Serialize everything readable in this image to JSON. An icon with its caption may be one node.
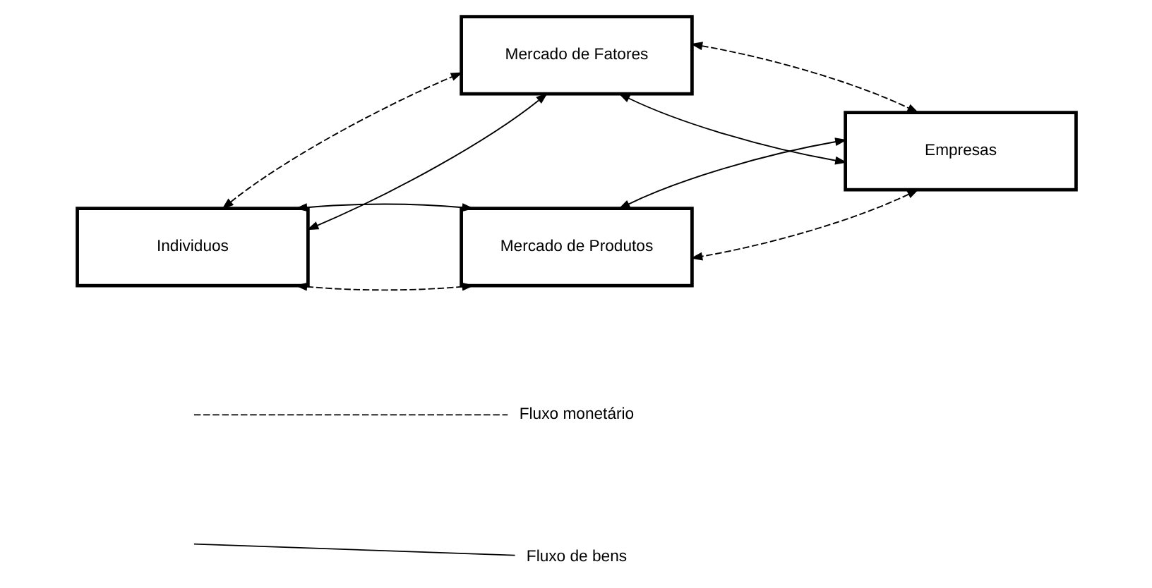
{
  "diagram": {
    "nodes": [
      {
        "text": [
          "Mercado de Fatores"
        ]
      },
      {
        "text": [
          "Individuos"
        ]
      },
      {
        "text": [
          "Empresas"
        ]
      },
      {
        "text": [
          "Mercado de Produtos"
        ]
      }
    ],
    "edges": [
      {
        "from": 1,
        "to": 0,
        "arrow": "both"
      },
      {
        "from": 1,
        "to": 0,
        "arrow": "both",
        "style": "dashed"
      },
      {
        "from": 0,
        "to": 2,
        "arrow": "both"
      },
      {
        "from": 0,
        "to": 2,
        "arrow": "both",
        "style": "dashed"
      },
      {
        "from": 1,
        "to": 3,
        "arrow": "both",
        "style": "dashed"
      },
      {
        "from": 1,
        "to": 3,
        "arrow": "both"
      },
      {
        "from": 2,
        "to": 3,
        "arrow": "both",
        "style": "dashed"
      },
      {
        "from": 2,
        "to": 3,
        "arrow": "both"
      }
    ],
    "legend": [
      {
        "text": "Fluxo monetário"
      },
      {
        "text": "Fluxo de bens"
      }
    ]
  }
}
